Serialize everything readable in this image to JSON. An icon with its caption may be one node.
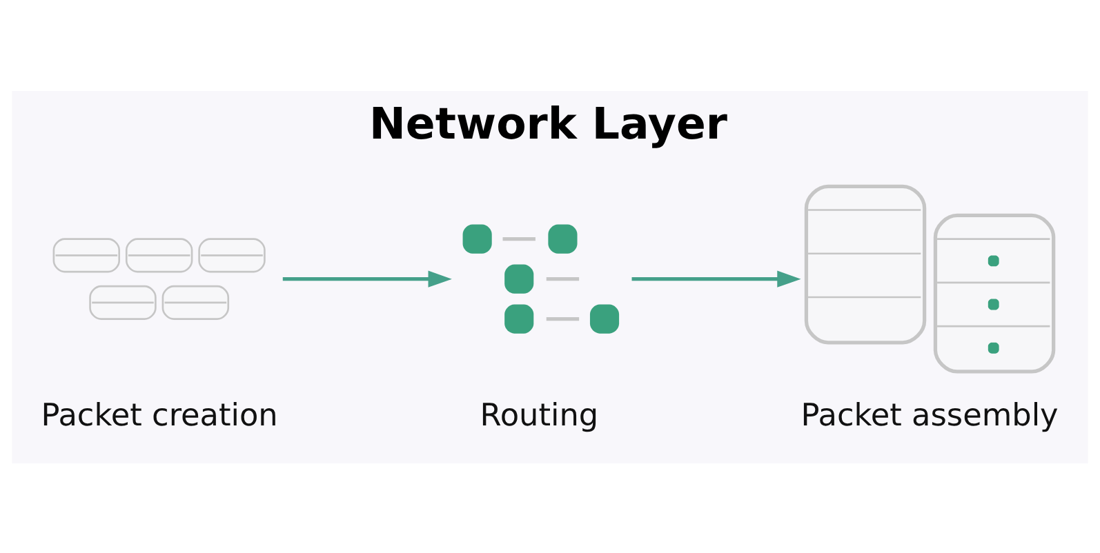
{
  "diagram": {
    "title": "Network Layer",
    "nodes": [
      {
        "text": [
          "Packet creation"
        ]
      },
      {
        "text": [
          "Routing"
        ]
      },
      {
        "text": [
          "Packet assembly"
        ]
      }
    ],
    "edges": [
      {
        "from": 0,
        "to": 1,
        "arrow": "to"
      },
      {
        "from": 1,
        "to": 2,
        "arrow": "to"
      }
    ]
  }
}
